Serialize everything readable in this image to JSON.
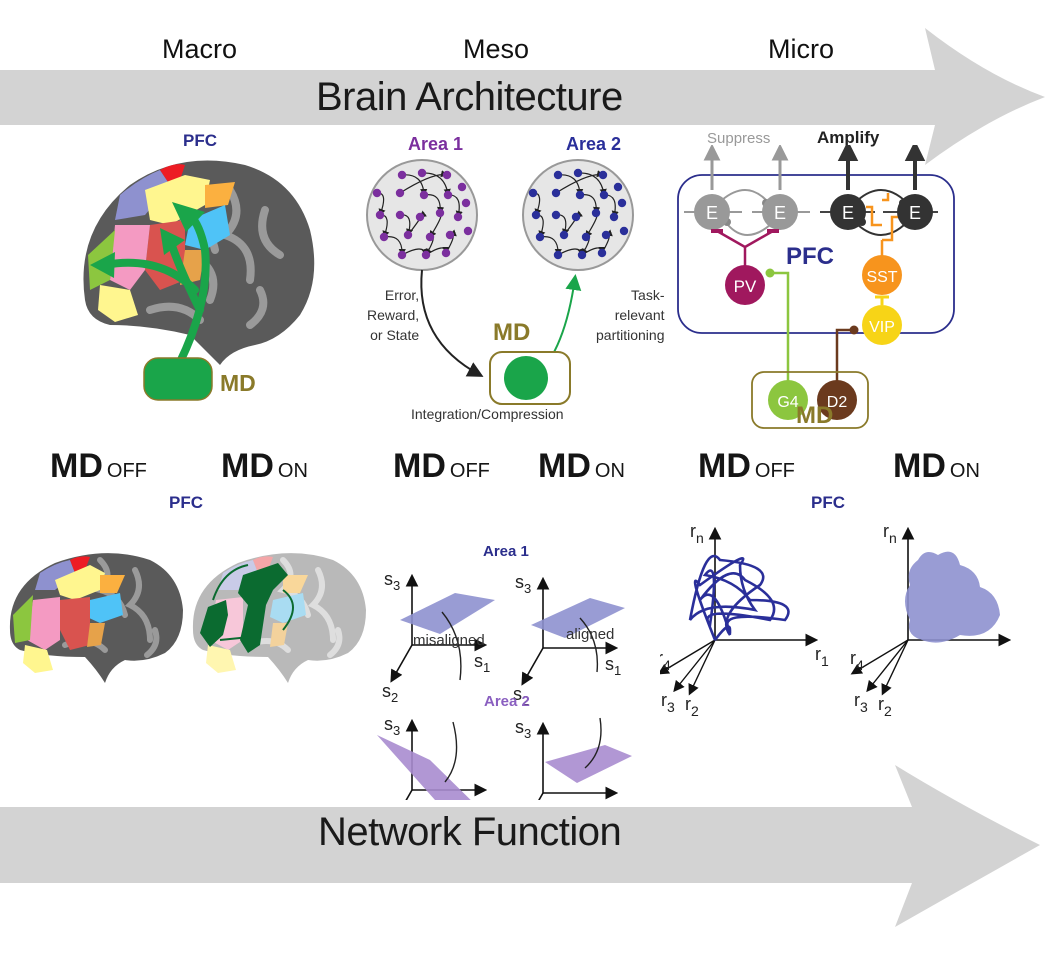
{
  "scales": {
    "macro": "Macro",
    "meso": "Meso",
    "micro": "Micro"
  },
  "banners": {
    "top": "Brain Architecture",
    "bottom": "Network Function"
  },
  "colors": {
    "banner_gray": "#d3d3d3",
    "pfc_blue": "#2b2e8c",
    "md_gold": "#8a7a2a",
    "md_green": "#1aa54a",
    "dark_green": "#0b6b30",
    "area1_purple": "#7b2f9e",
    "area2_blue": "#2a2f9a",
    "pv_magenta": "#a0185e",
    "sst_orange": "#f7941d",
    "vip_yellow": "#f7d417",
    "g4_green": "#8cc63f",
    "d2_brown": "#6b3a1e",
    "plane_blue": "#8e91cf",
    "plane_purple": "#a98ccf"
  },
  "macro": {
    "pfc_label": "PFC",
    "md_label": "MD"
  },
  "meso": {
    "area1_label": "Area 1",
    "area2_label": "Area 2",
    "md_label": "MD",
    "left_arrow_label": [
      "Error,",
      "Reward,",
      "or State"
    ],
    "right_arrow_label": [
      "Task-",
      "relevant",
      "partitioning"
    ],
    "caption": "Integration/Compression"
  },
  "micro": {
    "suppress_label": "Suppress",
    "amplify_label": "Amplify",
    "pfc_label": "PFC",
    "md_label": "MD",
    "cells": {
      "e": "E",
      "pv": "PV",
      "sst": "SST",
      "vip": "VIP",
      "g4": "G4",
      "d2": "D2"
    }
  },
  "states": {
    "md": "MD",
    "off": "OFF",
    "on": "ON"
  },
  "function": {
    "macro_pfc_label": "PFC",
    "micro_pfc_label": "PFC",
    "area1_label": "Area 1",
    "area2_label": "Area 2",
    "misaligned_label": "misaligned",
    "aligned_label": "aligned",
    "axes_s": {
      "s1": "s",
      "s1_sub": "1",
      "s2": "s",
      "s2_sub": "2",
      "s3": "s",
      "s3_sub": "3"
    },
    "axes_r": {
      "r": "r",
      "n": "n",
      "one": "1",
      "two": "2",
      "three": "3",
      "four": "4"
    }
  }
}
